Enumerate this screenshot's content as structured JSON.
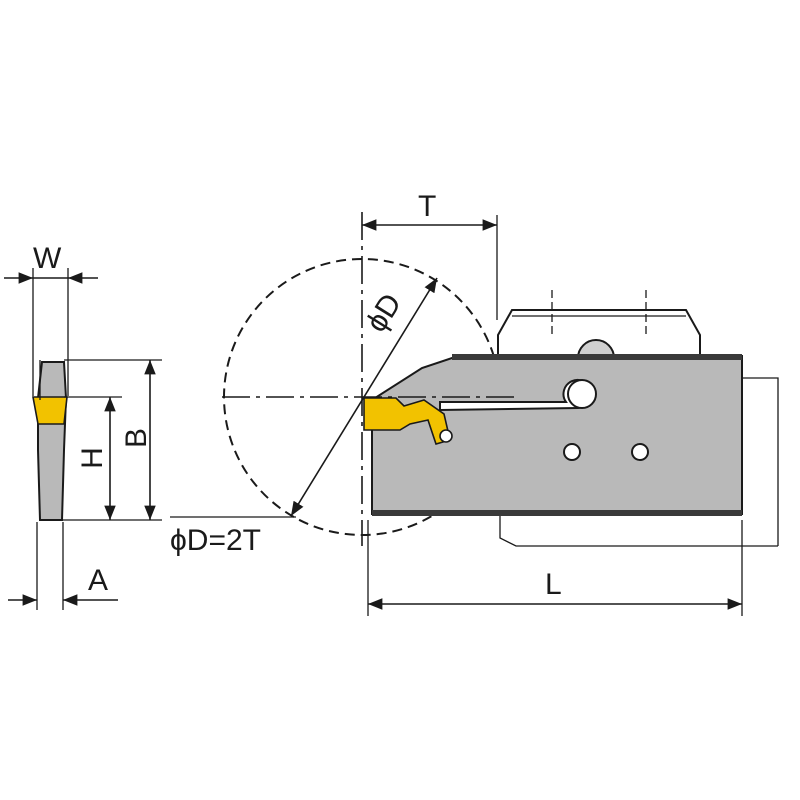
{
  "labels": {
    "w": "W",
    "h": "H",
    "b": "B",
    "a": "A",
    "t": "T",
    "phi_d": "ϕD",
    "phi_d_eq": "ϕD=2T",
    "l": "L"
  },
  "colors": {
    "insert": "#f2c200",
    "body": "#b9b9b9",
    "line": "#1a1a1a"
  }
}
